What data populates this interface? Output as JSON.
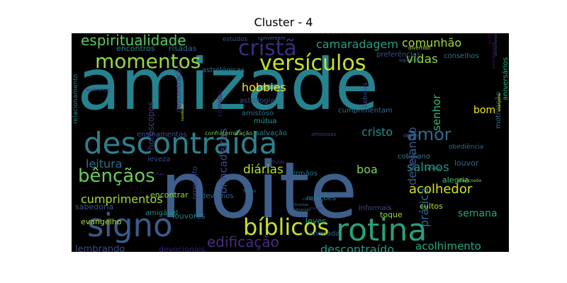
{
  "chart_data": {
    "type": "wordcloud",
    "title": "Cluster - 4",
    "background": "#000000",
    "words": [
      {
        "text": "amizade",
        "color": "#26828e"
      },
      {
        "text": "noite",
        "color": "#3e5f8a"
      },
      {
        "text": "descontraída",
        "color": "#2f7f8e"
      },
      {
        "text": "signo",
        "color": "#3b5b8c"
      },
      {
        "text": "rotina",
        "color": "#27a07f"
      },
      {
        "text": "versículos",
        "color": "#c8e02a"
      },
      {
        "text": "momentos",
        "color": "#9ad840"
      },
      {
        "text": "cristã",
        "color": "#3a2e7e"
      },
      {
        "text": "bíblicos",
        "color": "#c8e02a"
      },
      {
        "text": "espiritualidade",
        "color": "#5ac864"
      },
      {
        "text": "bênçãos",
        "color": "#6dcd59"
      },
      {
        "text": "amor",
        "color": "#31688e"
      },
      {
        "text": "edificação",
        "color": "#472d7b"
      },
      {
        "text": "camaradagem",
        "color": "#2a9b8a"
      },
      {
        "text": "comunhão",
        "color": "#a0da39"
      },
      {
        "text": "vidas",
        "color": "#8fd744"
      },
      {
        "text": "diárias",
        "color": "#b5de2b"
      },
      {
        "text": "hobbies",
        "color": "#fde725"
      },
      {
        "text": "cristo",
        "color": "#20908d"
      },
      {
        "text": "salmos",
        "color": "#21918c"
      },
      {
        "text": "acolhedor",
        "color": "#d2e21b"
      },
      {
        "text": "leitura",
        "color": "#2c718e"
      },
      {
        "text": "cumprimentos",
        "color": "#a8db34"
      },
      {
        "text": "brincadeiras",
        "color": "#404688"
      },
      {
        "text": "prática",
        "color": "#2d708e"
      },
      {
        "text": "desejando",
        "color": "#375b8d"
      },
      {
        "text": "senhor",
        "color": "#35b779"
      },
      {
        "text": "bom",
        "color": "#f1e51d"
      },
      {
        "text": "boa",
        "color": "#7fd34e"
      },
      {
        "text": "semana",
        "color": "#21a685"
      },
      {
        "text": "acolhimento",
        "color": "#22a884"
      },
      {
        "text": "descontraído",
        "color": "#1e9b8a"
      },
      {
        "text": "lembrando",
        "color": "#3e4a89"
      },
      {
        "text": "encontros",
        "color": "#26828e"
      },
      {
        "text": "risadas",
        "color": "#31688e"
      },
      {
        "text": "horóscopos",
        "color": "#433e85"
      },
      {
        "text": "astrológicas",
        "color": "#2a788e"
      },
      {
        "text": "descontração",
        "color": "#482878"
      },
      {
        "text": "astrologia",
        "color": "#3f4889"
      },
      {
        "text": "cumprimentam",
        "color": "#2e6f8e"
      },
      {
        "text": "mútua",
        "color": "#1fa088"
      },
      {
        "text": "amistoso",
        "color": "#2c728e"
      },
      {
        "text": "salvação",
        "color": "#24878e"
      },
      {
        "text": "ensinamentos",
        "color": "#3b518b"
      },
      {
        "text": "encontrar",
        "color": "#8fd744"
      },
      {
        "text": "evangelho",
        "color": "#b2dd2d"
      },
      {
        "text": "amigável",
        "color": "#21918c"
      },
      {
        "text": "louvores",
        "color": "#2a788e"
      },
      {
        "text": "devocionais",
        "color": "#3b1c8c"
      },
      {
        "text": "sabedoria",
        "color": "#3b528b"
      },
      {
        "text": "leveza",
        "color": "#3e4a89"
      },
      {
        "text": "propósito",
        "color": "#414487"
      },
      {
        "text": "devemos",
        "color": "#33638d"
      },
      {
        "text": "leves",
        "color": "#22a884"
      },
      {
        "text": "relações",
        "color": "#2a788e"
      },
      {
        "text": "irmãos",
        "color": "#2c728e"
      },
      {
        "text": "animada",
        "color": "#33638d"
      },
      {
        "text": "toque",
        "color": "#95d840"
      },
      {
        "text": "cultos",
        "color": "#b8de29"
      },
      {
        "text": "alegria",
        "color": "#4ac16d"
      },
      {
        "text": "louvor",
        "color": "#31688e"
      },
      {
        "text": "cotidiano",
        "color": "#2a788e"
      },
      {
        "text": "preferências",
        "color": "#3b528b"
      },
      {
        "text": "conselhos",
        "color": "#2a788e"
      },
      {
        "text": "relacionamento",
        "color": "#26828e"
      },
      {
        "text": "aniversários",
        "color": "#2ab07f"
      },
      {
        "text": "motivação",
        "color": "#2c728e"
      },
      {
        "text": "comidas",
        "color": "#471365"
      },
      {
        "text": "bebidas",
        "color": "#3e4a89"
      },
      {
        "text": "obediência",
        "color": "#2d708e"
      },
      {
        "text": "confraternização",
        "color": "#6ece58"
      },
      {
        "text": "amistosas",
        "color": "#433e85"
      },
      {
        "text": "estudos",
        "color": "#3b528b"
      },
      {
        "text": "conversam",
        "color": "#31688e"
      },
      {
        "text": "divertido",
        "color": "#a5db36"
      },
      {
        "text": "superação",
        "color": "#31688e"
      },
      {
        "text": "lembranças",
        "color": "#443a83"
      },
      {
        "text": "saudação",
        "color": "#b8de29"
      },
      {
        "text": "abandona",
        "color": "#d0e11c"
      },
      {
        "text": "diários",
        "color": "#3b528b"
      },
      {
        "text": "informais",
        "color": "#3e4a89"
      },
      {
        "text": "filmes",
        "color": "#2a788e"
      },
      {
        "text": "flui",
        "color": "#3b528b"
      },
      {
        "text": "graça",
        "color": "#472a7a"
      },
      {
        "text": "carinho",
        "color": "#2ab07f"
      },
      {
        "text": "abençoada",
        "color": "#73d056"
      },
      {
        "text": "escolhas",
        "color": "#482173"
      },
      {
        "text": "encorajamento",
        "color": "#481b6d"
      },
      {
        "text": "pratos",
        "color": "#440154"
      },
      {
        "text": "pensamentos",
        "color": "#3b528b"
      },
      {
        "text": "começa",
        "color": "#31688e"
      },
      {
        "text": "edificantes",
        "color": "#31688e"
      },
      {
        "text": "diversão",
        "color": "#2a788e"
      },
      {
        "text": "trocam",
        "color": "#472d7b"
      },
      {
        "text": "frutos",
        "color": "#453882"
      }
    ]
  }
}
